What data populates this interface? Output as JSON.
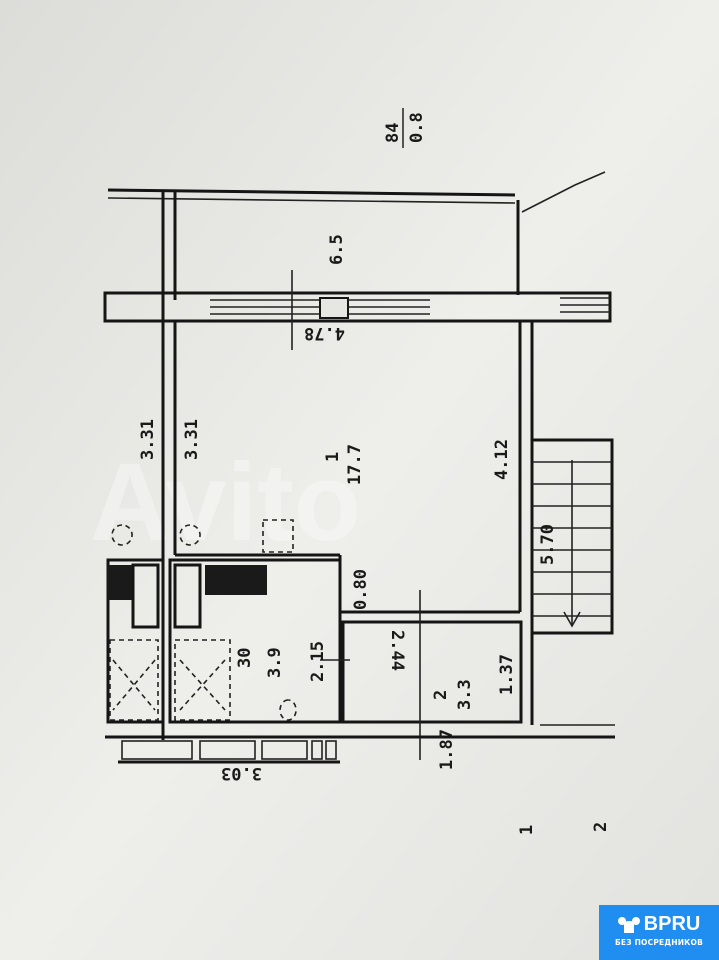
{
  "plan": {
    "balcony_area": "84",
    "balcony_coef": "0.8",
    "loggia_area": "6.5",
    "loggia_width": "4.78",
    "wall_len_outer": "3.31",
    "wall_len_inner": "3.31",
    "room1_number": "1",
    "room1_area": "17.7",
    "room1_length": "4.12",
    "stair_dim": "5.70",
    "door_width": "0.80",
    "bath_area": "3.9",
    "bath_height": "30",
    "bath_length": "2.15",
    "hall_width": "2.44",
    "hall_number": "2",
    "hall_area": "3.3",
    "hall_depth": "1.37",
    "entry_dim": "1.87",
    "bottom_width": "3.03",
    "floor_number": "1",
    "section_mark": "2"
  },
  "watermark": "Avito",
  "badge": {
    "brand": "BPRU",
    "tagline": "БЕЗ ПОСРЕДНИКОВ",
    "color": "#1f8ef0"
  }
}
